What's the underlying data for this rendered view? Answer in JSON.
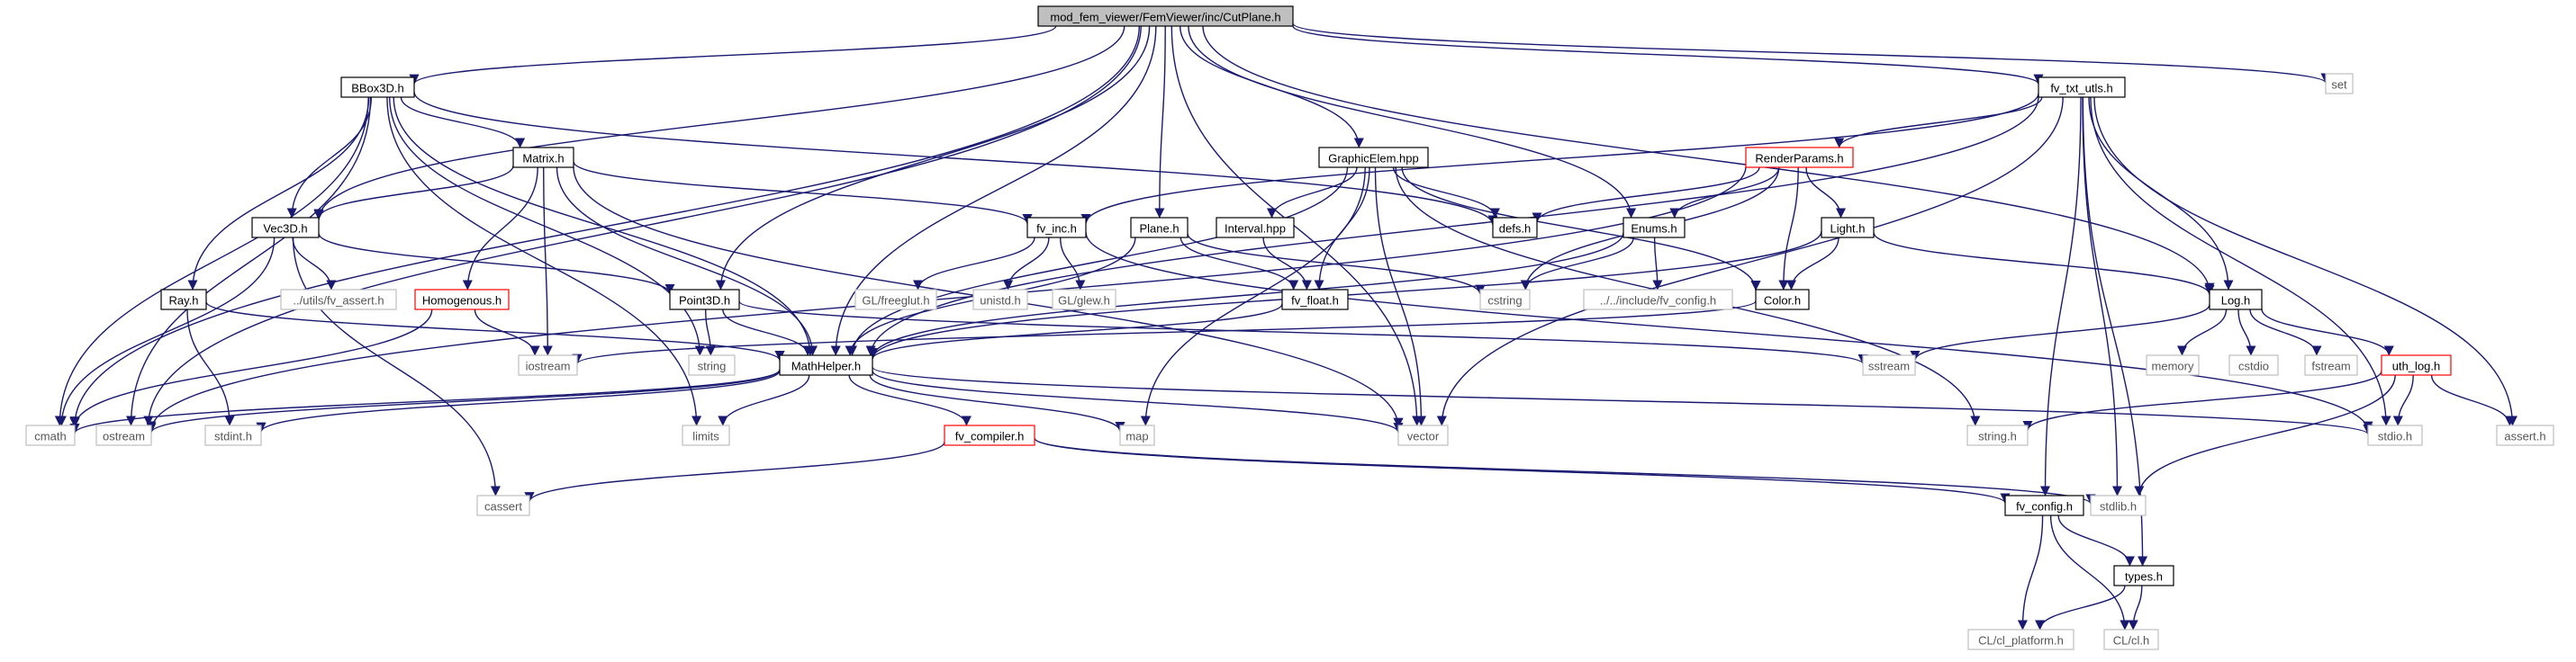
{
  "diagram": {
    "type": "include-dependency-graph",
    "colors": {
      "edge": "#191970",
      "documented_border": "#000000",
      "system_border": "#bfbfbf",
      "truncated_border": "#ff0000",
      "root_fill": "#bfbfbf"
    },
    "nodes": [
      {
        "id": "CutPlane_h",
        "label": "mod_fem_viewer/FemViewer/inc/CutPlane.h",
        "kind": "root"
      },
      {
        "id": "BBox3D_h",
        "label": "BBox3D.h",
        "kind": "documented"
      },
      {
        "id": "fv_txt_utls_h",
        "label": "fv_txt_utls.h",
        "kind": "documented"
      },
      {
        "id": "set",
        "label": "set",
        "kind": "system"
      },
      {
        "id": "Matrix_h",
        "label": "Matrix.h",
        "kind": "documented"
      },
      {
        "id": "GraphicElem_hpp",
        "label": "GraphicElem.hpp",
        "kind": "documented"
      },
      {
        "id": "RenderParams_h",
        "label": "RenderParams.h",
        "kind": "truncated"
      },
      {
        "id": "Vec3D_h",
        "label": "Vec3D.h",
        "kind": "documented"
      },
      {
        "id": "fv_inc_h",
        "label": "fv_inc.h",
        "kind": "documented"
      },
      {
        "id": "Plane_h",
        "label": "Plane.h",
        "kind": "documented"
      },
      {
        "id": "Interval_hpp",
        "label": "Interval.hpp",
        "kind": "documented"
      },
      {
        "id": "defs_h",
        "label": "defs.h",
        "kind": "documented"
      },
      {
        "id": "Enums_h",
        "label": "Enums.h",
        "kind": "documented"
      },
      {
        "id": "Light_h",
        "label": "Light.h",
        "kind": "documented"
      },
      {
        "id": "Ray_h",
        "label": "Ray.h",
        "kind": "documented"
      },
      {
        "id": "utils_fv_assert_h",
        "label": "../utils/fv_assert.h",
        "kind": "system"
      },
      {
        "id": "Homogenous_h",
        "label": "Homogenous.h",
        "kind": "truncated"
      },
      {
        "id": "Point3D_h",
        "label": "Point3D.h",
        "kind": "documented"
      },
      {
        "id": "GL_freeglut_h",
        "label": "GL/freeglut.h",
        "kind": "system"
      },
      {
        "id": "unistd_h",
        "label": "unistd.h",
        "kind": "system"
      },
      {
        "id": "GL_glew_h",
        "label": "GL/glew.h",
        "kind": "system"
      },
      {
        "id": "fv_float_h",
        "label": "fv_float.h",
        "kind": "documented"
      },
      {
        "id": "cstring",
        "label": "cstring",
        "kind": "system"
      },
      {
        "id": "include_fv_config_h",
        "label": "../../include/fv_config.h",
        "kind": "system"
      },
      {
        "id": "Color_h",
        "label": "Color.h",
        "kind": "documented"
      },
      {
        "id": "Log_h",
        "label": "Log.h",
        "kind": "documented"
      },
      {
        "id": "iostream",
        "label": "iostream",
        "kind": "system"
      },
      {
        "id": "string",
        "label": "string",
        "kind": "system"
      },
      {
        "id": "MathHelper_h",
        "label": "MathHelper.h",
        "kind": "documented"
      },
      {
        "id": "sstream",
        "label": "sstream",
        "kind": "system"
      },
      {
        "id": "memory",
        "label": "memory",
        "kind": "system"
      },
      {
        "id": "cstdio",
        "label": "cstdio",
        "kind": "system"
      },
      {
        "id": "fstream",
        "label": "fstream",
        "kind": "system"
      },
      {
        "id": "uth_log_h",
        "label": "uth_log.h",
        "kind": "truncated"
      },
      {
        "id": "cmath",
        "label": "cmath",
        "kind": "system"
      },
      {
        "id": "ostream",
        "label": "ostream",
        "kind": "system"
      },
      {
        "id": "stdint_h",
        "label": "stdint.h",
        "kind": "system"
      },
      {
        "id": "limits",
        "label": "limits",
        "kind": "system"
      },
      {
        "id": "fv_compiler_h",
        "label": "fv_compiler.h",
        "kind": "truncated"
      },
      {
        "id": "map",
        "label": "map",
        "kind": "system"
      },
      {
        "id": "vector",
        "label": "vector",
        "kind": "system"
      },
      {
        "id": "string_h",
        "label": "string.h",
        "kind": "system"
      },
      {
        "id": "stdio_h",
        "label": "stdio.h",
        "kind": "system"
      },
      {
        "id": "assert_h",
        "label": "assert.h",
        "kind": "system"
      },
      {
        "id": "cassert",
        "label": "cassert",
        "kind": "system"
      },
      {
        "id": "stdlib_h",
        "label": "stdlib.h",
        "kind": "system"
      },
      {
        "id": "fv_config_h",
        "label": "fv_config.h",
        "kind": "documented"
      },
      {
        "id": "types_h",
        "label": "types.h",
        "kind": "documented"
      },
      {
        "id": "CL_cl_platform_h",
        "label": "CL/cl_platform.h",
        "kind": "system"
      },
      {
        "id": "CL_cl_h",
        "label": "CL/cl.h",
        "kind": "system"
      }
    ],
    "edges": [
      [
        "CutPlane_h",
        "BBox3D_h"
      ],
      [
        "CutPlane_h",
        "fv_txt_utls_h"
      ],
      [
        "CutPlane_h",
        "set"
      ],
      [
        "CutPlane_h",
        "Vec3D_h"
      ],
      [
        "CutPlane_h",
        "Point3D_h"
      ],
      [
        "CutPlane_h",
        "MathHelper_h"
      ],
      [
        "CutPlane_h",
        "Plane_h"
      ],
      [
        "CutPlane_h",
        "GraphicElem_hpp"
      ],
      [
        "CutPlane_h",
        "Enums_h"
      ],
      [
        "CutPlane_h",
        "Log_h"
      ],
      [
        "CutPlane_h",
        "cmath"
      ],
      [
        "CutPlane_h",
        "ostream"
      ],
      [
        "CutPlane_h",
        "vector"
      ],
      [
        "BBox3D_h",
        "Matrix_h"
      ],
      [
        "BBox3D_h",
        "Vec3D_h"
      ],
      [
        "BBox3D_h",
        "Ray_h"
      ],
      [
        "BBox3D_h",
        "defs_h"
      ],
      [
        "BBox3D_h",
        "MathHelper_h"
      ],
      [
        "BBox3D_h",
        "limits"
      ],
      [
        "BBox3D_h",
        "cmath"
      ],
      [
        "BBox3D_h",
        "ostream"
      ],
      [
        "BBox3D_h",
        "string"
      ],
      [
        "Matrix_h",
        "Vec3D_h"
      ],
      [
        "Matrix_h",
        "fv_inc_h"
      ],
      [
        "Matrix_h",
        "Homogenous_h"
      ],
      [
        "Matrix_h",
        "MathHelper_h"
      ],
      [
        "Matrix_h",
        "iostream"
      ],
      [
        "Matrix_h",
        "vector"
      ],
      [
        "Vec3D_h",
        "utils_fv_assert_h"
      ],
      [
        "Vec3D_h",
        "Point3D_h"
      ],
      [
        "Vec3D_h",
        "cmath"
      ],
      [
        "Vec3D_h",
        "cassert"
      ],
      [
        "fv_inc_h",
        "GL_freeglut_h"
      ],
      [
        "fv_inc_h",
        "unistd_h"
      ],
      [
        "fv_inc_h",
        "GL_glew_h"
      ],
      [
        "fv_inc_h",
        "stdio_h"
      ],
      [
        "GraphicElem_hpp",
        "Interval_hpp"
      ],
      [
        "GraphicElem_hpp",
        "defs_h"
      ],
      [
        "GraphicElem_hpp",
        "fv_float_h"
      ],
      [
        "GraphicElem_hpp",
        "Color_h"
      ],
      [
        "GraphicElem_hpp",
        "MathHelper_h"
      ],
      [
        "GraphicElem_hpp",
        "map"
      ],
      [
        "GraphicElem_hpp",
        "vector"
      ],
      [
        "GraphicElem_hpp",
        "string_h"
      ],
      [
        "Interval_hpp",
        "fv_float_h"
      ],
      [
        "Plane_h",
        "fv_float_h"
      ],
      [
        "Plane_h",
        "MathHelper_h"
      ],
      [
        "Plane_h",
        "cstring"
      ],
      [
        "fv_float_h",
        "MathHelper_h"
      ],
      [
        "Enums_h",
        "cstring"
      ],
      [
        "Enums_h",
        "include_fv_config_h"
      ],
      [
        "Enums_h",
        "MathHelper_h"
      ],
      [
        "RenderParams_h",
        "defs_h"
      ],
      [
        "RenderParams_h",
        "Enums_h"
      ],
      [
        "RenderParams_h",
        "Light_h"
      ],
      [
        "RenderParams_h",
        "Color_h"
      ],
      [
        "RenderParams_h",
        "cstring"
      ],
      [
        "RenderParams_h",
        "ostream"
      ],
      [
        "Light_h",
        "Color_h"
      ],
      [
        "Light_h",
        "Log_h"
      ],
      [
        "Light_h",
        "MathHelper_h"
      ],
      [
        "Color_h",
        "iostream"
      ],
      [
        "fv_txt_utls_h",
        "fv_inc_h"
      ],
      [
        "fv_txt_utls_h",
        "RenderParams_h"
      ],
      [
        "fv_txt_utls_h",
        "Log_h"
      ],
      [
        "fv_txt_utls_h",
        "MathHelper_h"
      ],
      [
        "fv_txt_utls_h",
        "vector"
      ],
      [
        "fv_txt_utls_h",
        "fv_config_h"
      ],
      [
        "fv_txt_utls_h",
        "stdlib_h"
      ],
      [
        "fv_txt_utls_h",
        "stdio_h"
      ],
      [
        "fv_txt_utls_h",
        "assert_h"
      ],
      [
        "fv_txt_utls_h",
        "types_h"
      ],
      [
        "Log_h",
        "sstream"
      ],
      [
        "Log_h",
        "memory"
      ],
      [
        "Log_h",
        "cstdio"
      ],
      [
        "Log_h",
        "fstream"
      ],
      [
        "Log_h",
        "uth_log_h"
      ],
      [
        "uth_log_h",
        "string_h"
      ],
      [
        "uth_log_h",
        "stdio_h"
      ],
      [
        "uth_log_h",
        "assert_h"
      ],
      [
        "uth_log_h",
        "stdlib_h"
      ],
      [
        "Homogenous_h",
        "iostream"
      ],
      [
        "Homogenous_h",
        "cmath"
      ],
      [
        "Point3D_h",
        "string"
      ],
      [
        "Point3D_h",
        "MathHelper_h"
      ],
      [
        "Point3D_h",
        "sstream"
      ],
      [
        "Ray_h",
        "MathHelper_h"
      ],
      [
        "Ray_h",
        "stdint_h"
      ],
      [
        "MathHelper_h",
        "cmath"
      ],
      [
        "MathHelper_h",
        "ostream"
      ],
      [
        "MathHelper_h",
        "stdint_h"
      ],
      [
        "MathHelper_h",
        "limits"
      ],
      [
        "MathHelper_h",
        "fv_compiler_h"
      ],
      [
        "MathHelper_h",
        "map"
      ],
      [
        "MathHelper_h",
        "vector"
      ],
      [
        "MathHelper_h",
        "stdio_h"
      ],
      [
        "fv_compiler_h",
        "cassert"
      ],
      [
        "fv_compiler_h",
        "fv_config_h"
      ],
      [
        "fv_compiler_h",
        "stdlib_h"
      ],
      [
        "fv_config_h",
        "types_h"
      ],
      [
        "fv_config_h",
        "CL_cl_platform_h"
      ],
      [
        "fv_config_h",
        "CL_cl_h"
      ],
      [
        "types_h",
        "CL_cl_platform_h"
      ],
      [
        "types_h",
        "CL_cl_h"
      ]
    ]
  }
}
